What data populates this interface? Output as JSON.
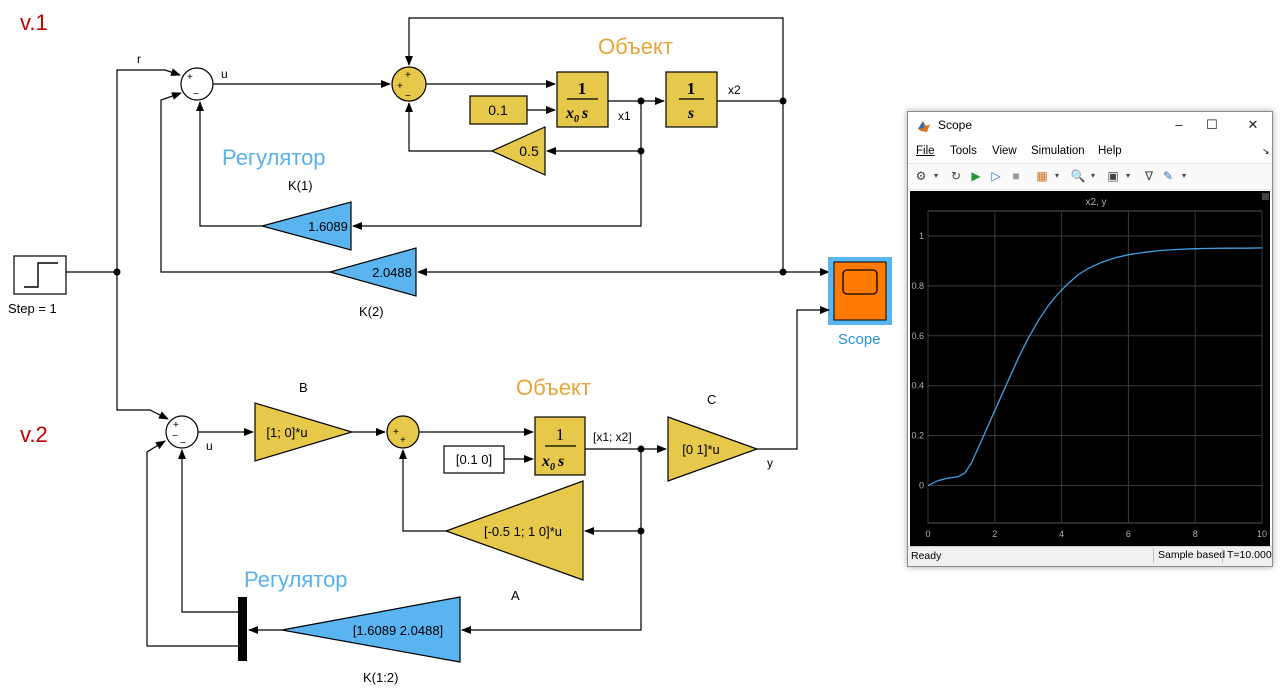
{
  "version_labels": {
    "v1": "v.1",
    "v2": "v.2"
  },
  "step": {
    "name": "Step = 1"
  },
  "v1": {
    "object_title": "Объект",
    "controller_title": "Регулятор",
    "signal_r": "r",
    "signal_u": "u",
    "signal_x1": "x1",
    "signal_x2": "x2",
    "integrator1": {
      "num": "1",
      "den_x": "x",
      "den_sub": "0",
      "den_s": "s"
    },
    "integrator2": {
      "num": "1",
      "den": "s"
    },
    "const_ic": "0.1",
    "gain_feedback": "0.5",
    "gain_k1": "1.6089",
    "gain_k1_label": "K(1)",
    "gain_k2": "2.0488",
    "gain_k2_label": "K(2)",
    "sum1_signs": [
      "+",
      "−"
    ],
    "sum2_signs": [
      "+",
      "+",
      "−"
    ]
  },
  "v2": {
    "object_title": "Объект",
    "controller_title": "Регулятор",
    "signal_u": "u",
    "signal_x": "[x1; x2]",
    "signal_y": "y",
    "gain_b": "[1; 0]*u",
    "gain_b_label": "B",
    "gain_c": "[0 1]*u",
    "gain_c_label": "C",
    "gain_a": "[-0.5 1; 1 0]*u",
    "gain_a_label": "A",
    "gain_k": "[1.6089 2.0488]",
    "gain_k_label": "K(1:2)",
    "const_ic": "[0.1 0]",
    "integrator": {
      "num": "1",
      "den_x": "x",
      "den_sub": "0",
      "den_s": "s"
    },
    "sum1_signs": [
      "+",
      "−",
      "−"
    ],
    "sum2_signs": [
      "+",
      "+"
    ]
  },
  "scope_block": {
    "name": "Scope"
  },
  "scope_window": {
    "title": "Scope",
    "menu": [
      "File",
      "Tools",
      "View",
      "Simulation",
      "Help"
    ],
    "plot_title": "x2, y",
    "status": "Ready",
    "status_mode": "Sample based",
    "status_time": "T=10.000",
    "colors": {
      "trace": "#3fa1e4",
      "background": "#000000",
      "axes_bg": "#000000",
      "grid": "#3a3a3a"
    }
  },
  "colors": {
    "block_yellow": "#e6c84a",
    "block_blue": "#5ab4f0",
    "title_orange": "#e8a43a",
    "title_blue": "#58b2ea",
    "version_red": "#c00000",
    "scope_orange": "#ff7a00"
  },
  "chart_data": {
    "type": "line",
    "title": "x2, y",
    "xlim": [
      0,
      10
    ],
    "ylim": [
      -0.15,
      1.1
    ],
    "x_ticks": [
      0,
      2,
      4,
      6,
      8,
      10
    ],
    "y_ticks": [
      0,
      0.2,
      0.4,
      0.6,
      0.8,
      1
    ],
    "grid": true,
    "series": [
      {
        "x": [
          0,
          0.3,
          0.6,
          0.9,
          1.1,
          1.3,
          1.5,
          1.8,
          2.1,
          2.4,
          2.7,
          3.0,
          3.3,
          3.6,
          3.9,
          4.2,
          4.5,
          4.8,
          5.2,
          5.6,
          6.0,
          6.5,
          7.0,
          7.5,
          8.0,
          8.5,
          9.0,
          9.5,
          10.0
        ],
        "y": [
          0,
          0.02,
          0.03,
          0.035,
          0.05,
          0.09,
          0.15,
          0.24,
          0.33,
          0.42,
          0.51,
          0.59,
          0.66,
          0.72,
          0.77,
          0.81,
          0.845,
          0.87,
          0.895,
          0.912,
          0.925,
          0.935,
          0.942,
          0.946,
          0.949,
          0.95,
          0.951,
          0.951,
          0.952
        ]
      }
    ]
  }
}
